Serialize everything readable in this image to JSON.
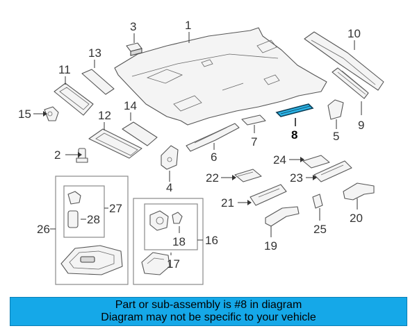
{
  "callouts": {
    "c1": "1",
    "c2": "2",
    "c3": "3",
    "c4": "4",
    "c5": "5",
    "c6": "6",
    "c7": "7",
    "c8": "8",
    "c9": "9",
    "c10": "10",
    "c11": "11",
    "c12": "12",
    "c13": "13",
    "c14": "14",
    "c15": "15",
    "c16": "16",
    "c17": "17",
    "c18": "18",
    "c19": "19",
    "c20": "20",
    "c21": "21",
    "c22": "22",
    "c23": "23",
    "c24": "24",
    "c25": "25",
    "c26": "26",
    "c27": "27",
    "c28": "28"
  },
  "highlighted_part": "8",
  "highlight_color": "#2bb3e6",
  "banner": {
    "line1": "Part or sub-assembly is #8 in diagram",
    "line2": "Diagram may not be specific to your vehicle",
    "background": "#15a8e8"
  }
}
